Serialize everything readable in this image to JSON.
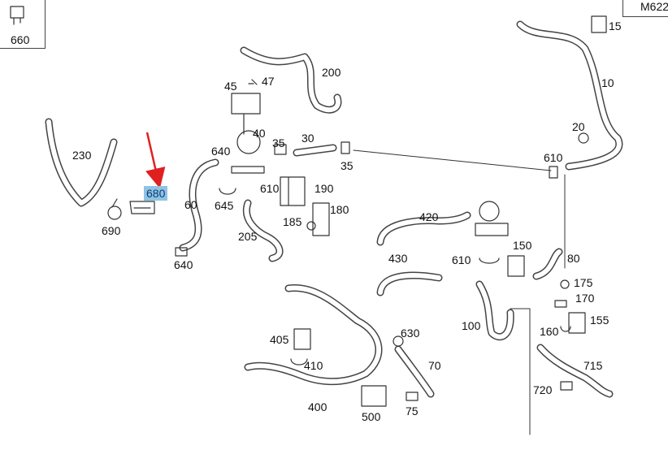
{
  "diagram": {
    "model_code": "M622",
    "highlight_color": "#8fc3e3",
    "arrow_color": "#e02020",
    "corner_box_label": "660",
    "highlighted_part": "680",
    "part_numbers": [
      "15",
      "10",
      "20",
      "610",
      "200",
      "45",
      "47",
      "40",
      "35",
      "30",
      "35",
      "640",
      "610",
      "190",
      "680",
      "60",
      "645",
      "180",
      "185",
      "205",
      "230",
      "690",
      "640",
      "420",
      "150",
      "80",
      "430",
      "610",
      "175",
      "170",
      "155",
      "100",
      "160",
      "405",
      "630",
      "410",
      "70",
      "400",
      "500",
      "75",
      "715",
      "720"
    ]
  }
}
